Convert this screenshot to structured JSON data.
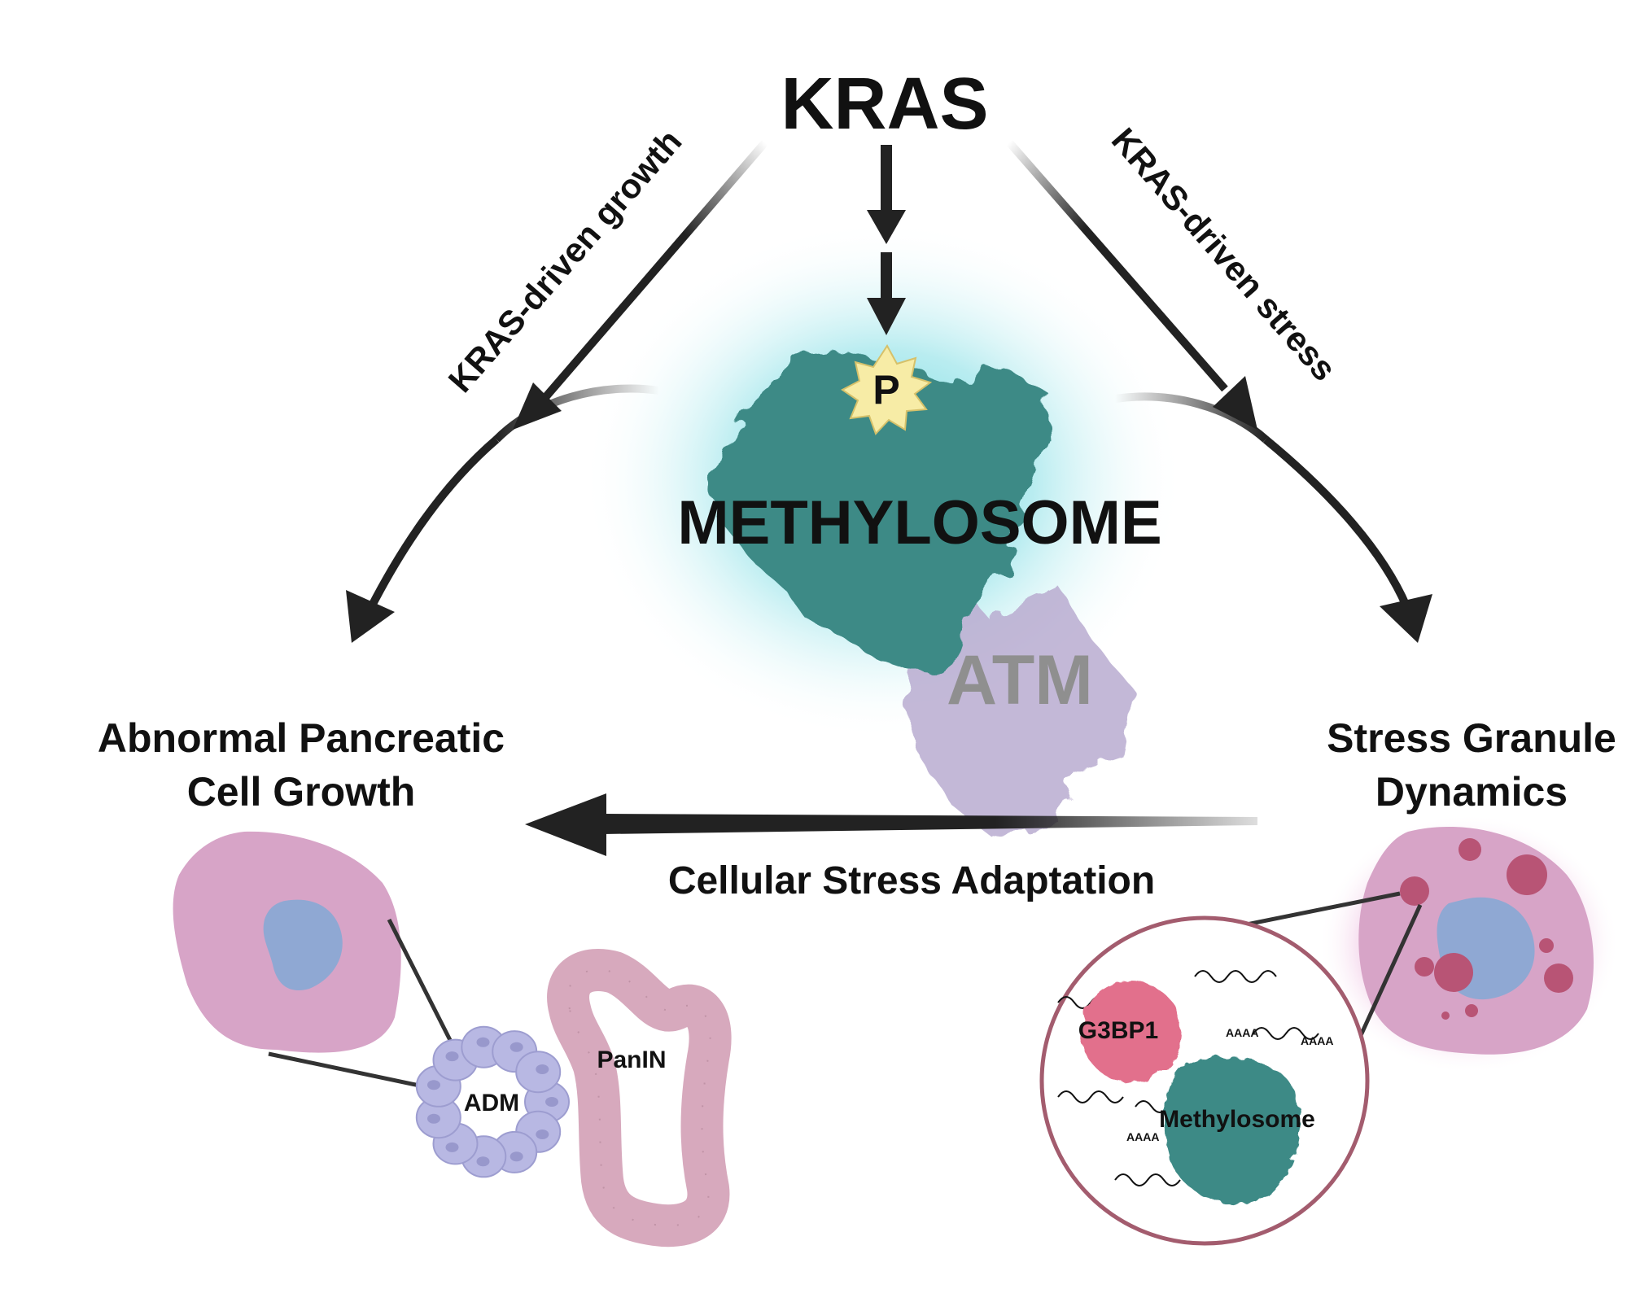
{
  "diagram": {
    "top_node": "KRAS",
    "phospho_label": "P",
    "center_complex": "METHYLOSOME",
    "partner": "ATM",
    "left_edge_label": "KRAS-driven growth",
    "right_edge_label": "KRAS-driven stress",
    "bottom_edge_label": "Cellular Stress Adaptation",
    "left_outcome": {
      "line1": "Abnormal Pancreatic",
      "line2": "Cell Growth"
    },
    "right_outcome": {
      "line1": "Stress Granule",
      "line2": "Dynamics"
    },
    "left_lesions": {
      "adm": "ADM",
      "panin": "PanIN"
    },
    "granule_inset": {
      "protein": "G3BP1",
      "complex": "Methylosome",
      "polyA": "AAAA"
    }
  },
  "colors": {
    "arrow": "#222222",
    "methylosome": "#3e8a86",
    "glow": "#56d3dc",
    "atm": "#b9acd0",
    "atm_text": "#8f8f8f",
    "phospho_fill": "#f7eca6",
    "cell_pink": "#d7a4c7",
    "nucleus_blue": "#8fa8d3",
    "adm_purple": "#b8b8e3",
    "panin_pink": "#d7a9bd",
    "granule_red": "#b85475",
    "g3bp1_pink": "#e2708c",
    "inset_border": "#a35c6e"
  }
}
